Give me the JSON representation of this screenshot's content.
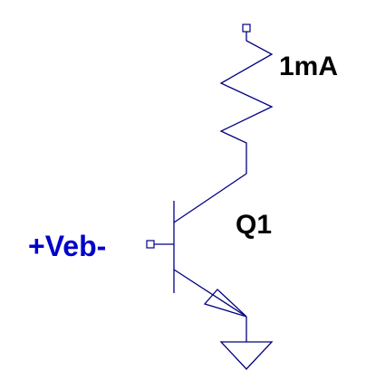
{
  "schematic": {
    "source_label": "1mA",
    "transistor_label": "Q1",
    "input_label": "+Veb-",
    "colors": {
      "wire": "#000080",
      "input_label": "#0000cc",
      "component_label": "#000000"
    }
  }
}
